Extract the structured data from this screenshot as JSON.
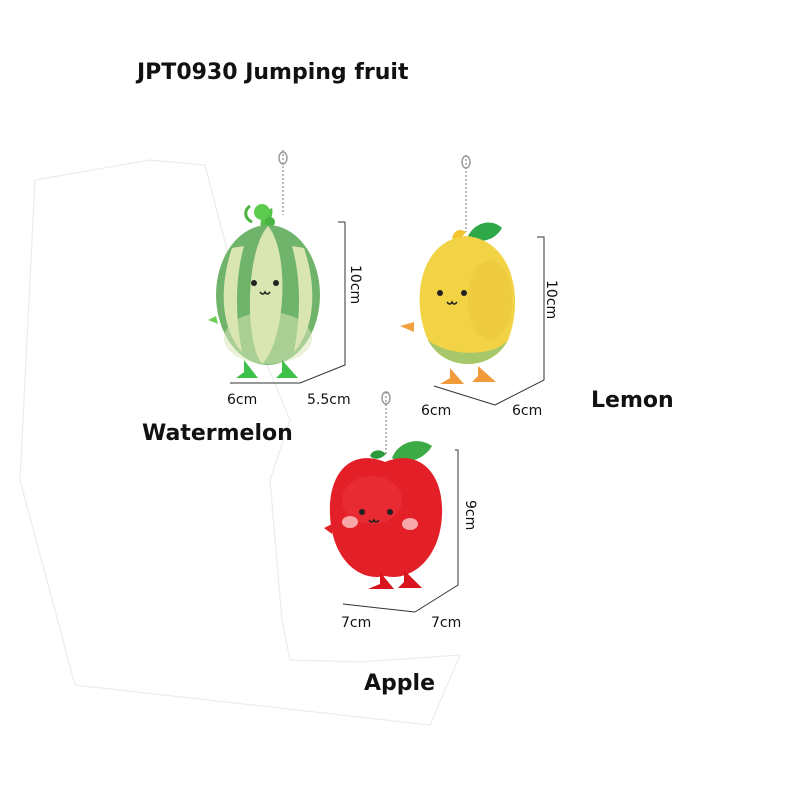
{
  "title": "JPT0930 Jumping fruit",
  "products": {
    "watermelon": {
      "name": "Watermelon",
      "height": "10cm",
      "width": "6cm",
      "depth": "5.5cm"
    },
    "lemon": {
      "name": "Lemon",
      "height": "10cm",
      "width": "6cm",
      "depth": "6cm"
    },
    "apple": {
      "name": "Apple",
      "height": "9cm",
      "width": "7cm",
      "depth": "7cm"
    }
  }
}
